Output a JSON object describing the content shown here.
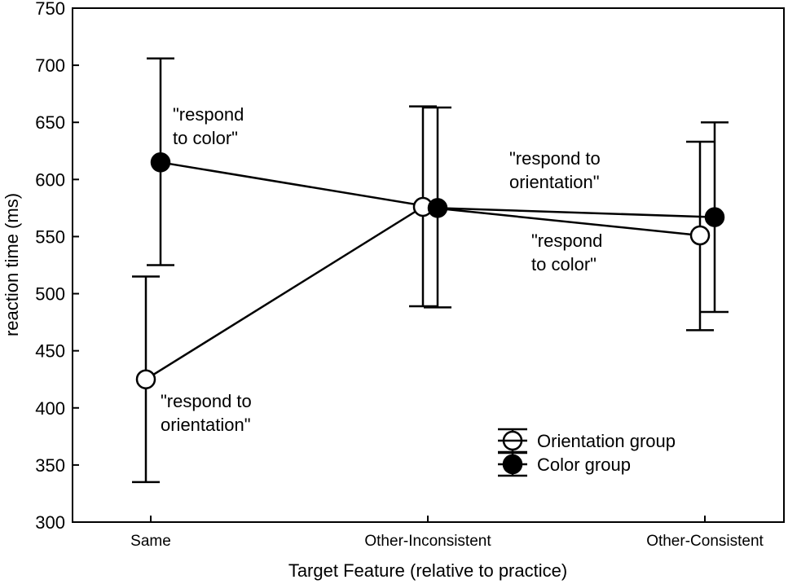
{
  "chart_data": {
    "type": "line",
    "xlabel": "Target Feature (relative to practice)",
    "ylabel": "reaction time (ms)",
    "categories": [
      "Same",
      "Other-Inconsistent",
      "Other-Consistent"
    ],
    "ylim": [
      300,
      750
    ],
    "yticks": [
      300,
      350,
      400,
      450,
      500,
      550,
      600,
      650,
      700,
      750
    ],
    "grid": false,
    "legend_position": "bottom-right",
    "series": [
      {
        "name": "Orientation group",
        "marker": "open-circle",
        "values": [
          425,
          576,
          551
        ],
        "err_low": [
          335,
          489,
          468
        ],
        "err_high": [
          515,
          664,
          633
        ]
      },
      {
        "name": "Color group",
        "marker": "filled-circle",
        "values": [
          615,
          575,
          567
        ],
        "err_low": [
          525,
          488,
          484
        ],
        "err_high": [
          706,
          663,
          650
        ]
      }
    ],
    "annotations": [
      {
        "lines": [
          "\"respond",
          "to color\""
        ]
      },
      {
        "lines": [
          "\"respond to",
          "orientation\""
        ]
      },
      {
        "lines": [
          "\"respond to",
          "orientation\""
        ]
      },
      {
        "lines": [
          "\"respond",
          "to color\""
        ]
      }
    ]
  }
}
